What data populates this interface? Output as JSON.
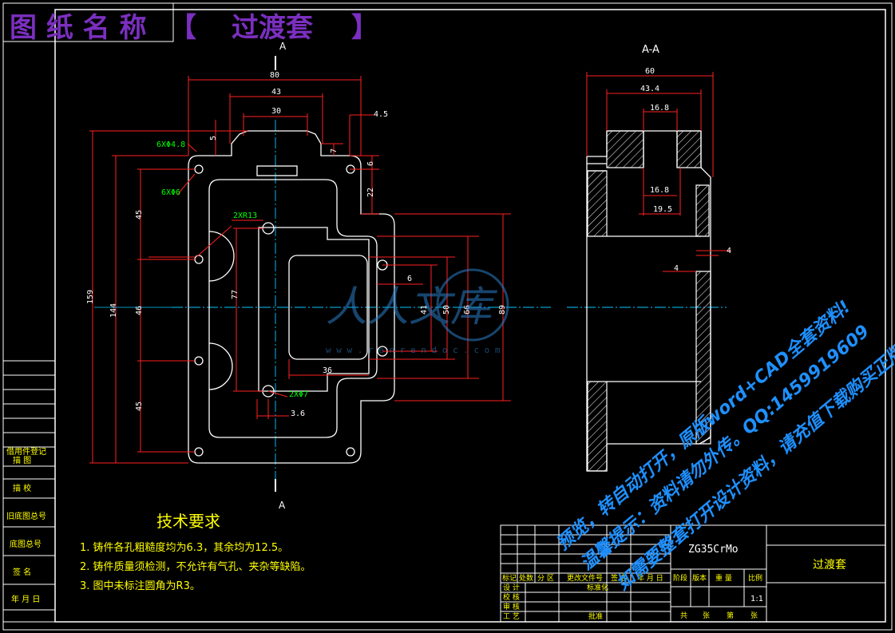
{
  "header": {
    "title_prefix": "图 纸 名 称",
    "bracket_open": "【",
    "part_name": "过渡套",
    "bracket_close": "】"
  },
  "section_labels": {
    "cut_top": "A",
    "cut_bottom": "A",
    "section_view": "A-A"
  },
  "front_view_dims": {
    "w80": "80",
    "w43": "43",
    "w30": "30",
    "d4_5": "4.5",
    "d5": "5",
    "d7": "7",
    "d6": "6",
    "d22": "22",
    "holes_6x4_8": "6XΦ4.8",
    "holes_6x6": "6XΦ6",
    "holes_2xr13": "2XR13",
    "holes_2x7": "2XΦ7",
    "d6b": "6",
    "d41": "41",
    "d50": "50",
    "d66": "66",
    "d89": "89",
    "d36": "36",
    "d3_6": "3.6",
    "d77": "77",
    "h159": "159",
    "h144": "144",
    "v45a": "45",
    "v46": "46",
    "v45b": "45"
  },
  "section_view_dims": {
    "w60": "60",
    "w43_4": "43.4",
    "w16_8a": "16.8",
    "w16_8b": "16.8",
    "w19_5": "19.5",
    "d4a": "4",
    "d4b": "4"
  },
  "tech_requirements": {
    "heading": "技术要求",
    "items": [
      "1. 铸件各孔粗糙度均为6.3，其余均为12.5。",
      "2. 铸件质量须检测，不允许有气孔、夹杂等缺陷。",
      "3. 图中未标注圆角为R3。"
    ]
  },
  "left_strip": {
    "rows": [
      "借用件登记",
      "描  图",
      "描  校",
      "旧底图总号",
      "底图总号",
      "签  名",
      "年 月 日"
    ]
  },
  "title_block": {
    "material": "ZG35CrMo",
    "drawing_name": "过渡套",
    "scale": "1:1",
    "header_row": [
      "标记",
      "处数",
      "分 区",
      "更改文件号",
      "签 名",
      "年 月 日"
    ],
    "left_rows": [
      "设 计",
      "校 核",
      "审 核",
      "工 艺"
    ],
    "standardize": "标准化",
    "approve": "批准",
    "stage_labels": [
      "阶段",
      "版本",
      "重 量",
      "比例"
    ],
    "sheet_labels": [
      "共",
      "张",
      "第",
      "张"
    ]
  },
  "watermark": {
    "brand": "人人文库",
    "url": "w w w . r e n r e n d o c . c o m",
    "promo_lines": [
      "预览，转自动打开，原版word+CAD全套资料!",
      "温馨提示：资料请勿外传。QQ:1459919609",
      "如需要整套打开设计资料，请充值下载购买正版!"
    ]
  }
}
